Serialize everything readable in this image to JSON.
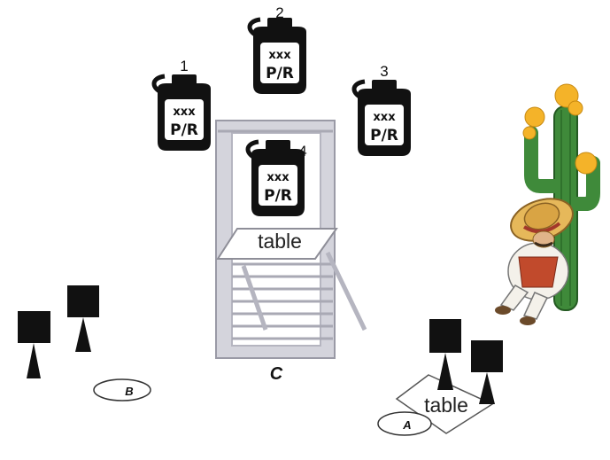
{
  "jugs": [
    {
      "number": "1",
      "label_top": "xxx",
      "label_bottom": "P/R"
    },
    {
      "number": "2",
      "label_top": "xxx",
      "label_bottom": "P/R"
    },
    {
      "number": "3",
      "label_top": "xxx",
      "label_bottom": "P/R"
    },
    {
      "number": "4",
      "label_top": "xxx",
      "label_bottom": "P/R"
    }
  ],
  "tables": {
    "center_label": "table",
    "right_label": "table"
  },
  "markers": {
    "a": "A",
    "b": "B",
    "c": "C"
  },
  "colors": {
    "jug": "#111111",
    "jug_label": "#ffffff",
    "ladder": "#b9b9c4",
    "cactus": "#3f8a3a",
    "flower": "#f4b329",
    "sombrero": "#e6b85a"
  }
}
